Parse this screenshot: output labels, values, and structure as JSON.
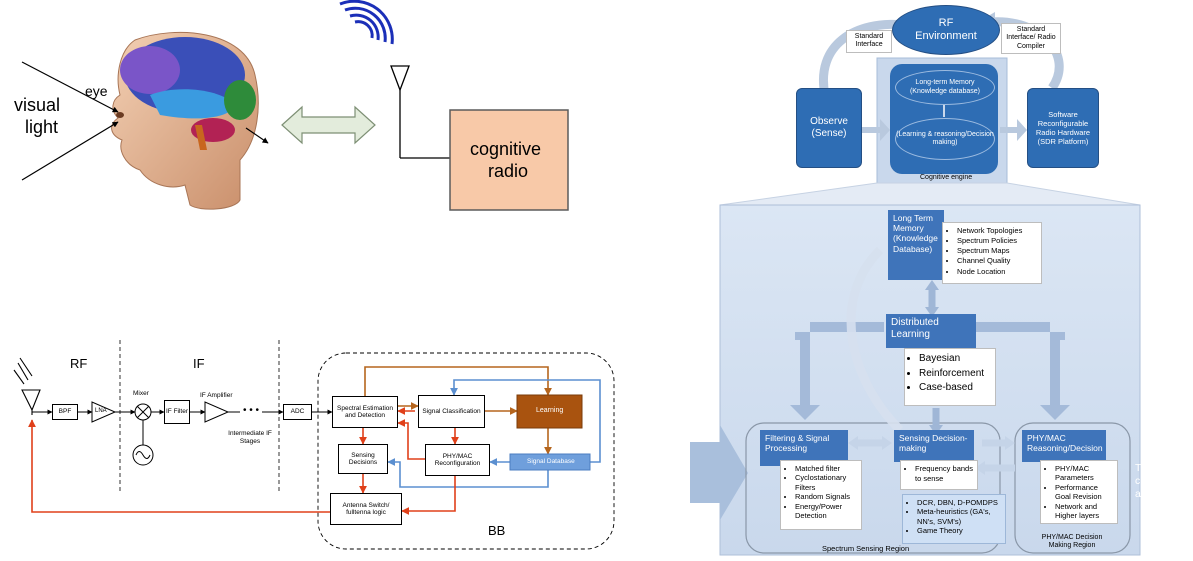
{
  "top_left": {
    "eye": "eye",
    "visual": "visual",
    "light": "light",
    "cognitive_line1": "cognitive",
    "cognitive_line2": "radio"
  },
  "bottom_left": {
    "rf": "RF",
    "if": "IF",
    "bb": "BB",
    "bpf": "BPF",
    "lna": "LNA",
    "mixer": "Mixer",
    "if_filter": "IF Filter",
    "if_amplifier": "IF Amplifier",
    "dots": "• • •",
    "intermediate": "Intermediate IF Stages",
    "adc": "ADC",
    "spectral": "Spectral Estimation and Detection",
    "signal_classification": "Signal Classification",
    "learning": "Learning",
    "sensing_decisions": "Sensing Decisions",
    "phy_mac_reconfig": "PHY/MAC Reconfiguration",
    "signal_database": "Signal Database",
    "antenna_switch": "Antenna Switch/ fulltenna logic"
  },
  "top_right": {
    "rf_env": "RF Environment",
    "std_interface": "Standard Interface",
    "std_interface_radio": "Standard Interface/ Radio Compiler",
    "observe": "Observe (Sense)",
    "long_term_memory": "Long-term Memory (Knowledge database)",
    "learning_reasoning": "(Learning & reasoning/Decision making)",
    "software_reconfig": "Software Reconfigurable Radio Hardware (SDR Platform)",
    "cognitive_engine": "Cognitive engine"
  },
  "bottom_right": {
    "ltm_title": "Long Term Memory (Knowledge Database)",
    "ltm_items": [
      "Network Topologies",
      "Spectrum Policies",
      "Spectrum Maps",
      "Channel Quality",
      "Node Location"
    ],
    "dist_title": "Distributed Learning",
    "dist_items": [
      "Bayesian",
      "Reinforcement",
      "Case-based"
    ],
    "filter_title": "Filtering & Signal Processing",
    "filter_items": [
      "Matched filter",
      "Cyclostationary Filters",
      "Random Signals",
      "Energy/Power Detection"
    ],
    "sensing_title": "Sensing Decision-making",
    "sensing_items": [
      "Frequency bands to sense"
    ],
    "phy_title": "PHY/MAC Reasoning/Decision",
    "phy_items": [
      "PHY/MAC Parameters",
      "Performance Goal Revision",
      "Network and Higher layers"
    ],
    "algo_items": [
      "DCR, DBN, D-POMDPS",
      "Meta-heuristics (GA's, NN's, SVM's)",
      "Game Theory"
    ],
    "spectrum_region": "Spectrum Sensing Region",
    "phy_region": "PHY/MAC Decision Making Region",
    "to_switching": "To switching circuitry antenna"
  }
}
